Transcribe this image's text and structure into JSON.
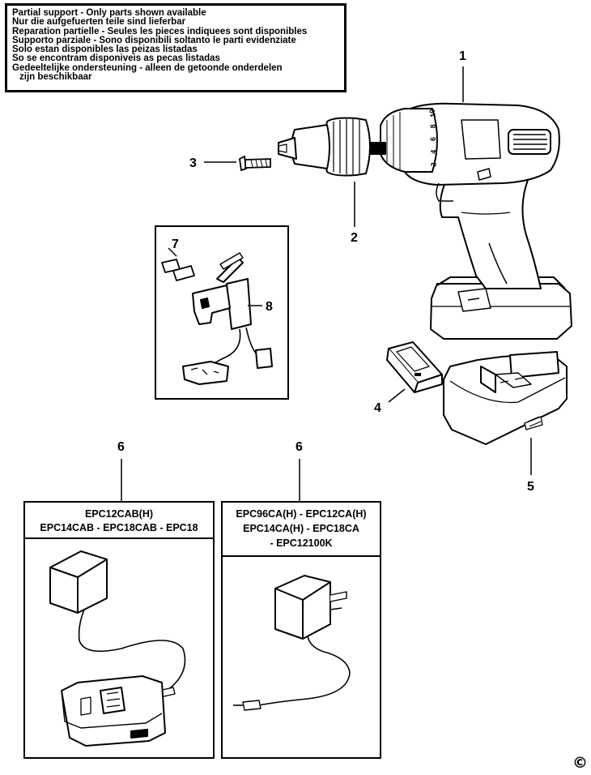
{
  "notice": {
    "lines": [
      "Partial support - Only parts shown available",
      "Nur die aufgefuerten teile sind lieferbar",
      "Reparation partielle - Seules les pieces indiquees sont disponibles",
      "Supporto parziale - Sono disponibili soltanto le parti evidenziate",
      "Solo estan disponibles las peizas listadas",
      "So se encontram disponiveis as pecas listadas",
      "Gedeeltelijke ondersteuning - alleen de getoonde onderdelen",
      "zijn beschikbaar"
    ]
  },
  "callouts": {
    "drill": "1",
    "chuck": "2",
    "chuck_screw": "3",
    "battery_clip": "4",
    "battery": "5",
    "charger_left": "6",
    "charger_right": "6",
    "switch_part": "7",
    "switch": "8"
  },
  "drill_markings": [
    "2",
    "4",
    "6",
    "8",
    "10"
  ],
  "charger_left_box": {
    "title_line1": "EPC12CAB(H)",
    "title_line2": "EPC14CAB - EPC18CAB - EPC18"
  },
  "charger_right_box": {
    "title_line1": "EPC96CA(H) - EPC12CA(H)",
    "title_line2": "EPC14CA(H) - EPC18CA",
    "title_line3": "- EPC12100K"
  },
  "copyright": "©"
}
